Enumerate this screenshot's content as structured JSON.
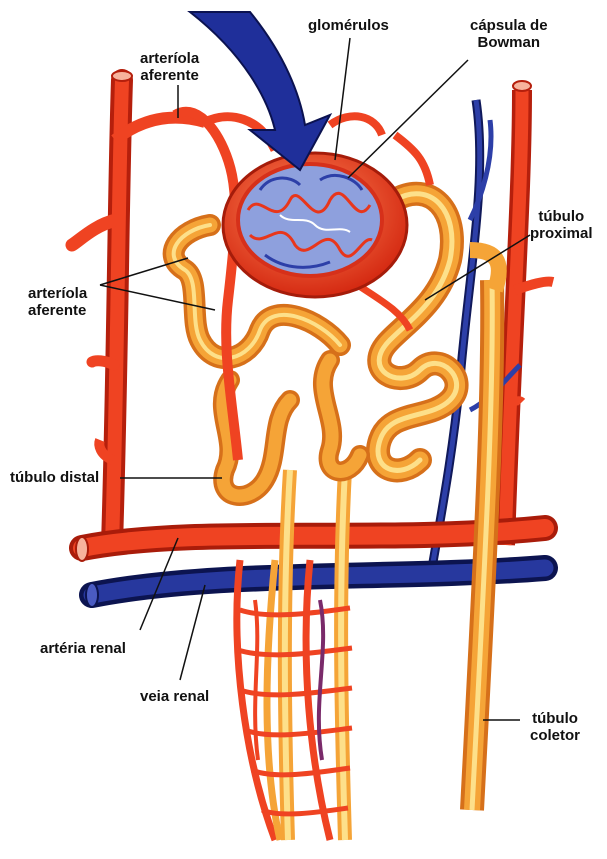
{
  "labels": {
    "arteriola_aferente_top": [
      "arteríola",
      "aferente"
    ],
    "glomerulos": "glomérulos",
    "capsula_de_bowman": [
      "cápsula de",
      "Bowman"
    ],
    "tubulo_proximal": [
      "túbulo",
      "proximal"
    ],
    "arteriola_aferente_left": [
      "arteríola",
      "aferente"
    ],
    "tubulo_distal": "túbulo distal",
    "arteria_renal": "artéria renal",
    "veia_renal": "veia renal",
    "tubulo_coletor": [
      "túbulo",
      "coletor"
    ]
  },
  "colors": {
    "artery": "#e8361b",
    "artery_dark": "#b51f0c",
    "vein": "#1e2f8c",
    "vein_dark": "#10195a",
    "tubule": "#f5a437",
    "tubule_light": "#fde08a",
    "arrow": "#1f2f9a",
    "glomerulus_blue": "#5a6fc0"
  }
}
